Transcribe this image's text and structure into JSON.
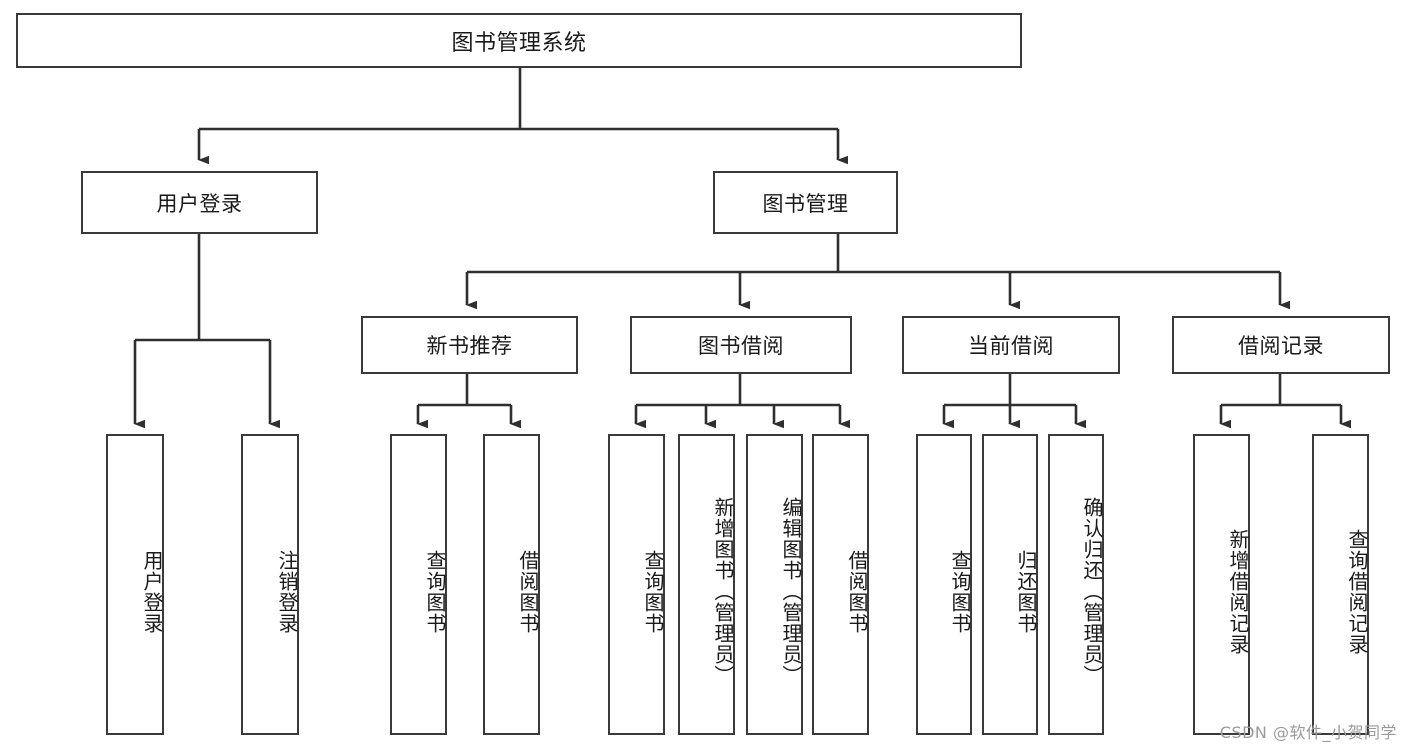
{
  "diagram": {
    "title": "图书管理系统",
    "type": "tree-hierarchy",
    "watermark": "CSDN @软件_小贺同学",
    "colors": {
      "box_border": "#3a3a3a",
      "box_fill": "#ffffff",
      "edge": "#2f2f2f",
      "text": "#1a1a1a",
      "watermark": "#9a9a9a",
      "background": "#ffffff"
    },
    "root": {
      "label": "图书管理系统"
    },
    "level2": [
      {
        "id": "user-login",
        "label": "用户登录"
      },
      {
        "id": "book-manage",
        "label": "图书管理"
      }
    ],
    "level3": [
      {
        "id": "new-book-recommend",
        "label": "新书推荐"
      },
      {
        "id": "book-borrow",
        "label": "图书借阅"
      },
      {
        "id": "current-borrow",
        "label": "当前借阅"
      },
      {
        "id": "borrow-record",
        "label": "借阅记录"
      }
    ],
    "leaves": {
      "user_login": [
        {
          "id": "leaf-user-login",
          "label": "用户登录"
        },
        {
          "id": "leaf-logout-login",
          "label": "注销登录"
        }
      ],
      "new_book_recommend": [
        {
          "id": "leaf-query-book-1",
          "label": "查询图书"
        },
        {
          "id": "leaf-borrow-book-1",
          "label": "借阅图书"
        }
      ],
      "book_borrow": [
        {
          "id": "leaf-query-book-2",
          "label": "查询图书"
        },
        {
          "id": "leaf-add-book",
          "label": "新增图书（管理员）"
        },
        {
          "id": "leaf-edit-book",
          "label": "编辑图书（管理员）"
        },
        {
          "id": "leaf-borrow-book-2",
          "label": "借阅图书"
        }
      ],
      "current_borrow": [
        {
          "id": "leaf-query-book-3",
          "label": "查询图书"
        },
        {
          "id": "leaf-return-book",
          "label": "归还图书"
        },
        {
          "id": "leaf-confirm-return",
          "label": "确认归还（管理员）"
        }
      ],
      "borrow_record": [
        {
          "id": "leaf-add-record",
          "label": "新增借阅记录"
        },
        {
          "id": "leaf-query-record",
          "label": "查询借阅记录"
        }
      ]
    }
  }
}
